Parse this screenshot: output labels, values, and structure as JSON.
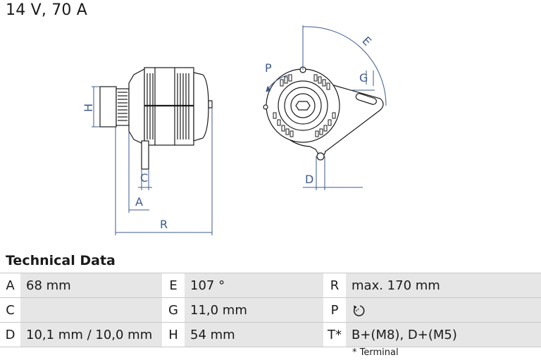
{
  "header": {
    "title": "14 V, 70 A"
  },
  "drawing": {
    "label_h": "H",
    "label_c": "C",
    "label_a": "A",
    "label_r": "R",
    "label_p": "P",
    "label_e": "E",
    "label_g": "G",
    "label_d": "D",
    "line_color": "#3c5a8c"
  },
  "section": {
    "title": "Technical Data"
  },
  "specs": {
    "rows": [
      [
        {
          "k": "A",
          "v": "68 mm"
        },
        {
          "k": "E",
          "v": "107 °"
        },
        {
          "k": "R",
          "v": "max. 170 mm"
        }
      ],
      [
        {
          "k": "C",
          "v": ""
        },
        {
          "k": "G",
          "v": "11,0 mm"
        },
        {
          "k": "P",
          "v": ""
        }
      ],
      [
        {
          "k": "D",
          "v": "10,1 mm / 10,0 mm"
        },
        {
          "k": "H",
          "v": "54 mm"
        },
        {
          "k": "T*",
          "v": "B+(M8), D+(M5)"
        }
      ]
    ],
    "rotation_icon": "rotation-counterclockwise-icon"
  },
  "footnote": "* Terminal"
}
